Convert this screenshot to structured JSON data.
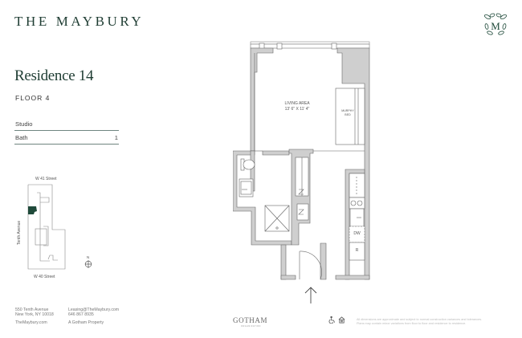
{
  "header": {
    "brand": "THE MAYBURY",
    "monogram_letter": "M"
  },
  "residence": {
    "title": "Residence 14",
    "floor": "FLOOR 4",
    "specs": [
      {
        "label": "Studio",
        "value": ""
      },
      {
        "label": "Bath",
        "value": "1"
      }
    ]
  },
  "key_plan": {
    "north_street": "W 41 Street",
    "south_street": "W 40 Street",
    "west_avenue": "Tenth Avenue",
    "north_label": "N",
    "highlight_color": "#1f4a3a"
  },
  "floor_plan": {
    "room_name": "LIVING AREA",
    "room_dims": "13' 6\" X 11' 4\"",
    "bed_label_1": "MURPHY",
    "bed_label_2": "BED",
    "dishwasher": "DW",
    "refrigerator": "R",
    "wall_color": "#cfcfcf"
  },
  "footer": {
    "address_1": "550 Tenth Avenue",
    "address_2": "New York, NY 10018",
    "website": "TheMaybury.com",
    "email": "Leasing@TheMaybury.com",
    "phone": "646 867 8935",
    "company": "A Gotham Property",
    "gotham_logo": "GOTHAM",
    "gotham_sub": "ORGANIZATION",
    "disclaimer_1": "All dimensions are approximate and subject to normal construction variances and tolerances.",
    "disclaimer_2": "Plans may contain minor variations from floor to floor and residence to residence."
  },
  "colors": {
    "brand_green": "#1f3d33",
    "divider": "#6f8580"
  }
}
